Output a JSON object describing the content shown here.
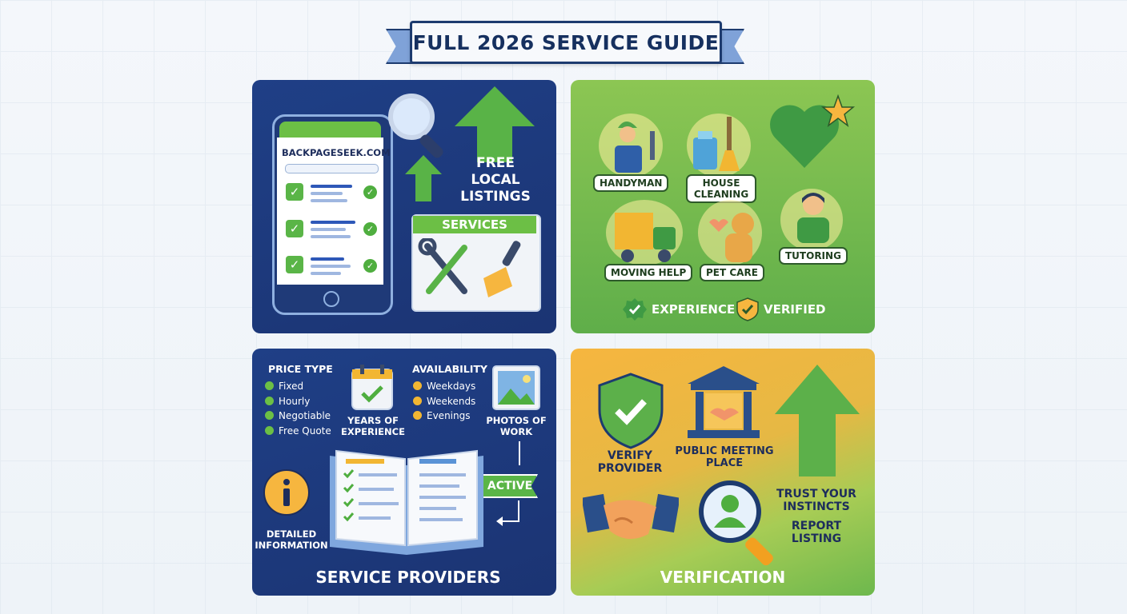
{
  "title": "FULL 2026 SERVICE GUIDE",
  "panel_listings": {
    "site": "BACKPAGESEEK.COM",
    "headline_lines": [
      "FREE",
      "LOCAL",
      "LISTINGS"
    ],
    "services_tab": "SERVICES"
  },
  "panel_categories": {
    "categories": [
      "HANDYMAN",
      "HOUSE CLEANING",
      "MOVING HELP",
      "PET CARE",
      "TUTORING"
    ],
    "badges": [
      "EXPERIENCE",
      "VERIFIED"
    ]
  },
  "panel_providers": {
    "price_type_heading": "PRICE TYPE",
    "price_types": [
      "Fixed",
      "Hourly",
      "Negotiable",
      "Free Quote"
    ],
    "years_label": "YEARS OF EXPERIENCE",
    "availability_heading": "AVAILABILITY",
    "availability": [
      "Weekdays",
      "Weekends",
      "Evenings"
    ],
    "photos_label": "PHOTOS OF WORK",
    "active_tag": "ACTIVE",
    "info_label": "DETAILED INFORMATION",
    "footer": "SERVICE PROVIDERS"
  },
  "panel_verification": {
    "verify_label": "VERIFY PROVIDER",
    "meeting_label": "PUBLIC MEETING PLACE",
    "trust_label": "TRUST YOUR INSTINCTS",
    "report_label": "REPORT LISTING",
    "footer": "VERIFICATION"
  },
  "colors": {
    "navy": "#1f3f86",
    "green": "#5fae4a",
    "orange": "#f6b63f",
    "check_green": "#4fae3f",
    "availability_dot": "#f2b632"
  }
}
